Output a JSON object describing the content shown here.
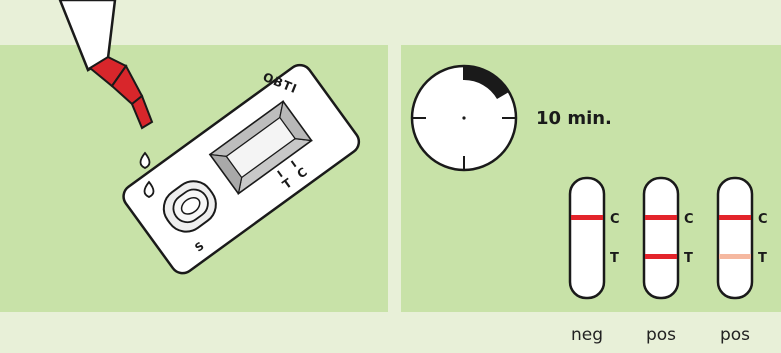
{
  "left_panel": {
    "cassette_brand": "OBTI",
    "window_label_c": "C",
    "window_label_t": "T",
    "sample_well_label": "S"
  },
  "right_panel": {
    "wait_time": "10 min.",
    "strips": [
      {
        "label_c": "C",
        "label_t": "T",
        "caption": "neg",
        "t_line": "none"
      },
      {
        "label_c": "C",
        "label_t": "T",
        "caption": "pos",
        "t_line": "strong"
      },
      {
        "label_c": "C",
        "label_t": "T",
        "caption": "pos",
        "t_line": "faint"
      }
    ]
  },
  "colors": {
    "background": "#e8f0d8",
    "panel": "#c8e2a8",
    "control_line": "#e3242b",
    "faint_line": "#f5b8a0",
    "dropper_tip": "#d8262b"
  }
}
